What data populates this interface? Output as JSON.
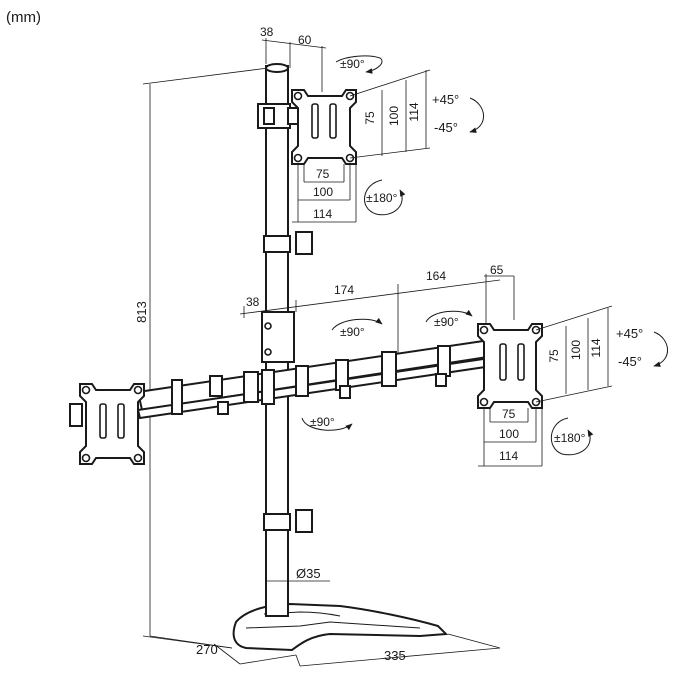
{
  "unit_label": "(mm)",
  "top_head": {
    "offset_a": "38",
    "offset_b": "60",
    "rotate_side": "±90°",
    "tilt_up": "+45°",
    "tilt_down": "-45°",
    "vesa_h_small": "75",
    "vesa_h_mid": "100",
    "vesa_h_large": "114",
    "vesa_w_small": "75",
    "vesa_w_mid": "100",
    "vesa_w_large": "114",
    "rotate_full": "±180°"
  },
  "arm": {
    "dim_pole_offset": "38",
    "dim_inner": "174",
    "dim_outer": "164",
    "dim_end": "65",
    "rotate_inner": "±90°",
    "rotate_outer": "±90°",
    "rotate_base": "±90°"
  },
  "right_head": {
    "tilt_up": "+45°",
    "tilt_down": "-45°",
    "vesa_h_small": "75",
    "vesa_h_mid": "100",
    "vesa_h_large": "114",
    "vesa_w_small": "75",
    "vesa_w_mid": "100",
    "vesa_w_large": "114",
    "rotate_full": "±180°"
  },
  "pole": {
    "height": "813",
    "diameter": "Ø35"
  },
  "base": {
    "depth": "270",
    "width": "335"
  }
}
